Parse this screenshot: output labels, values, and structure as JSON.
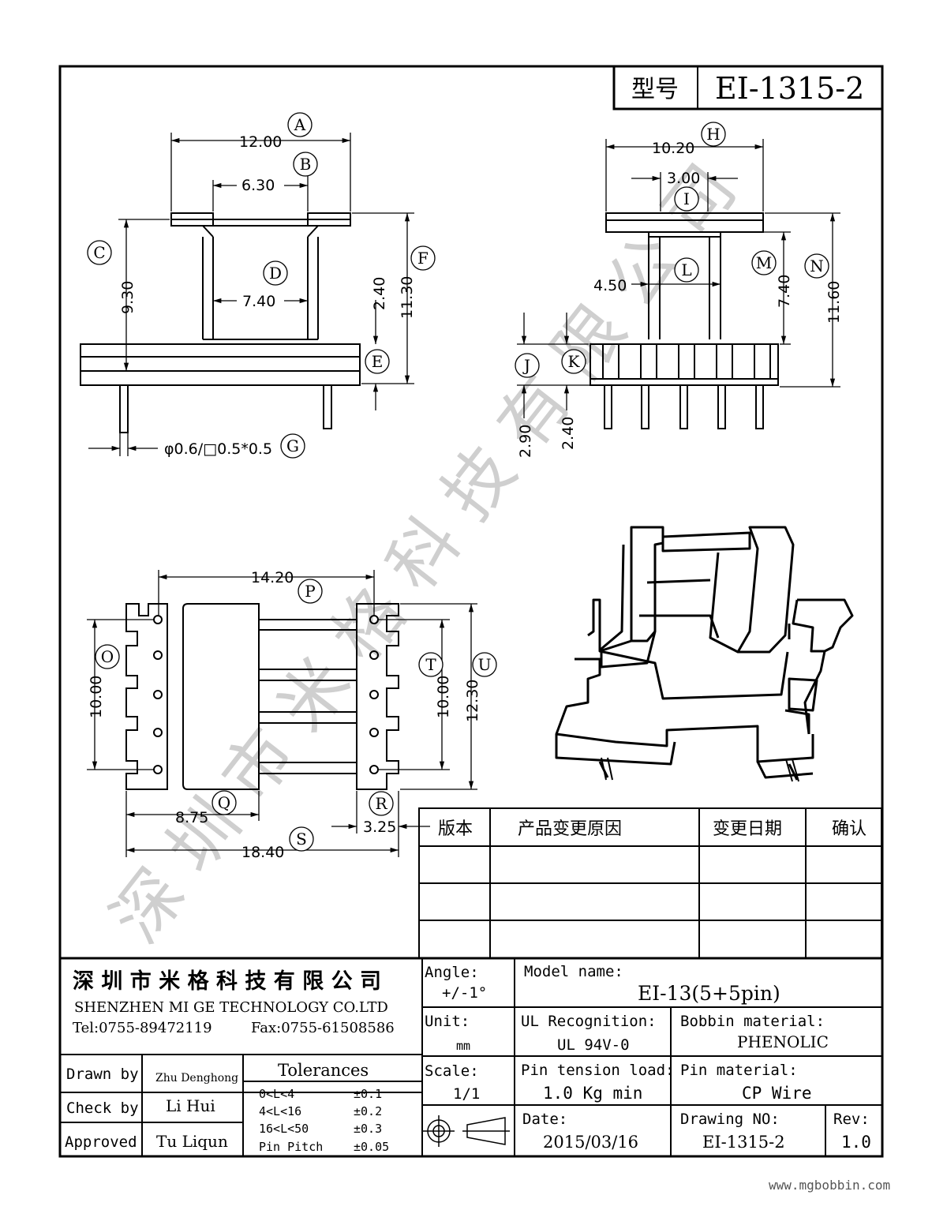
{
  "title_block": {
    "model_label": "型号",
    "model_number": "EI-1315-2",
    "company_cn": "深 圳 市 米 格 科 技 有 限 公 司",
    "company_en": "SHENZHEN  MI GE TECHNOLOGY  CO.LTD",
    "tel": "Tel:0755-89472119",
    "fax": "Fax:0755-61508586",
    "angle_label": "Angle:",
    "angle_value": "+/-1°",
    "unit_label": "Unit:",
    "unit_value": "mm",
    "scale_label": "Scale:",
    "scale_value": "1/1",
    "model_name_label": "Model name:",
    "model_name_value": "EI-13(5+5pin)",
    "ul_label": "UL Recognition:",
    "ul_value": "UL 94V-0",
    "bobbin_label": "Bobbin material:",
    "bobbin_value": "PHENOLIC",
    "pin_tension_label": "Pin tension load:",
    "pin_tension_value": "1.0 Kg min",
    "pin_material_label": "Pin material:",
    "pin_material_value": "CP Wire",
    "date_label": "Date:",
    "date_value": "2015/03/16",
    "drawing_no_label": "Drawing NO:",
    "drawing_no_value": "EI-1315-2",
    "rev_label": "Rev:",
    "rev_value": "1.0",
    "drawn_by_label": "Drawn by",
    "drawn_by_value": "Zhu Denghong",
    "check_by_label": "Check by",
    "check_by_value": "Li Hui",
    "approved_label": "Approved",
    "approved_value": "Tu Liqun",
    "tolerances_label": "Tolerances",
    "tolerances": [
      {
        "range": "0<L<4",
        "value": "±0.1"
      },
      {
        "range": "4<L<16",
        "value": "±0.2"
      },
      {
        "range": "16<L<50",
        "value": "±0.3"
      },
      {
        "range": "Pin Pitch",
        "value": "±0.05"
      }
    ]
  },
  "revision_table": {
    "headers": [
      "版本",
      "产品变更原因",
      "变更日期",
      "确认"
    ]
  },
  "watermark": "深 圳 市 米 格 科 技 有 限 公 司",
  "website": "www.mgbobbin.com",
  "dimensions": {
    "A": "12.00",
    "B": "6.30",
    "C": "9.30",
    "D": "7.40",
    "E": "2.40",
    "F": "11.30",
    "G": "φ0.6/□0.5*0.5",
    "H": "10.20",
    "I": "3.00",
    "J": "2.90",
    "K": "2.40",
    "L": "4.50",
    "M": "7.40",
    "N": "11.60",
    "O": "10.00",
    "P": "14.20",
    "Q": "8.75",
    "R": "3.25",
    "S": "18.40",
    "T": "10.00",
    "U": "12.30"
  },
  "balloon_letters": [
    "A",
    "B",
    "C",
    "D",
    "E",
    "F",
    "G",
    "H",
    "I",
    "J",
    "K",
    "L",
    "M",
    "N",
    "O",
    "P",
    "Q",
    "R",
    "S",
    "T",
    "U"
  ]
}
